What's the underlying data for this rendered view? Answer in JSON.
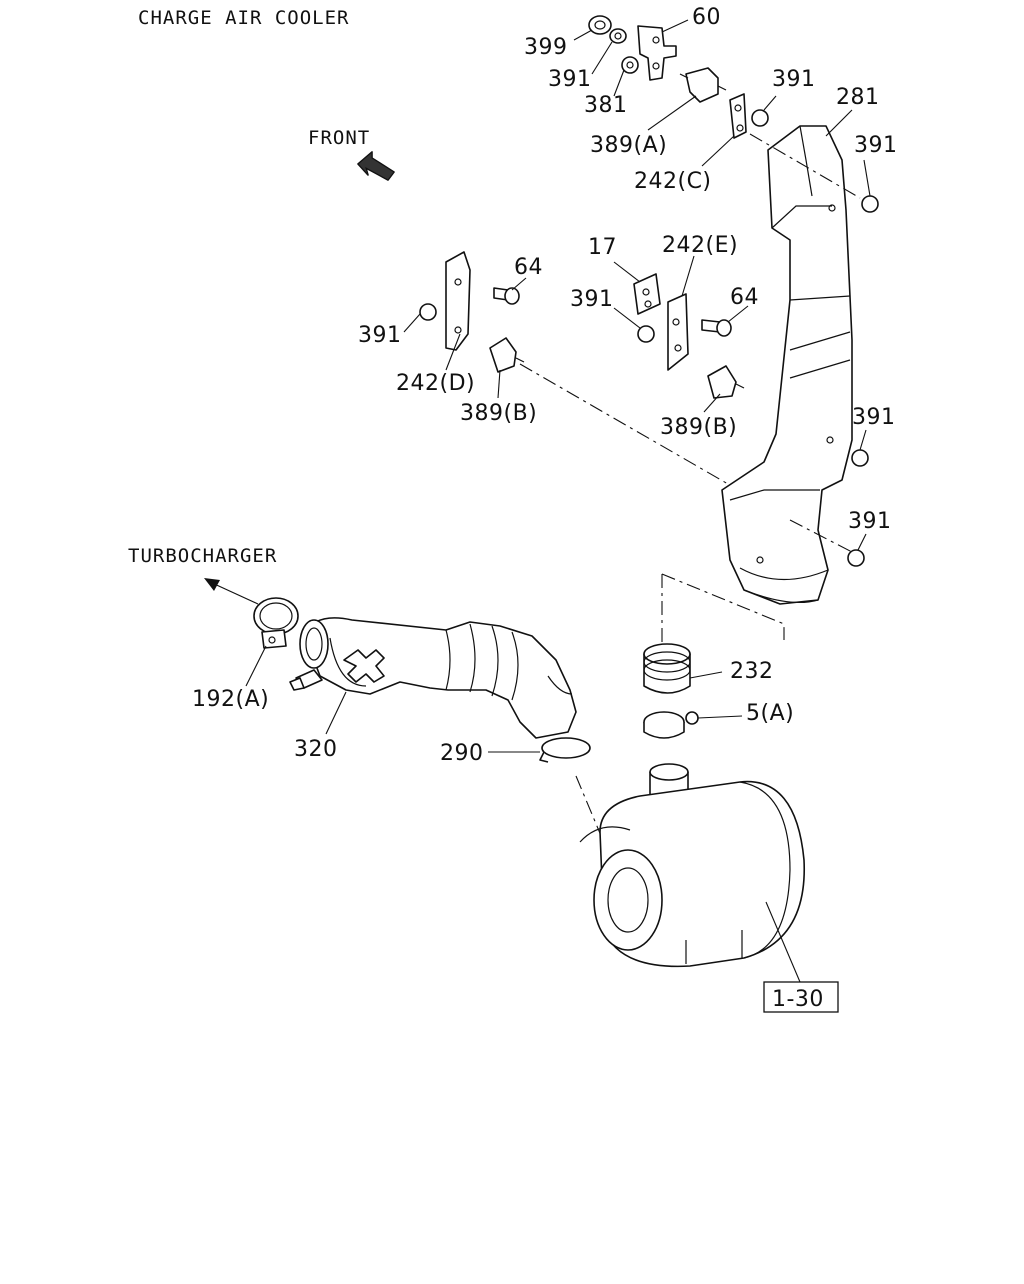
{
  "title": "CHARGE AIR COOLER",
  "direction_labels": {
    "front": "FRONT",
    "turbocharger": "TURBOCHARGER"
  },
  "callouts": {
    "c399": "399",
    "c60": "60",
    "c391_a": "391",
    "c381": "381",
    "c389a": "389(A)",
    "c391_b": "391",
    "c281": "281",
    "c242c": "242(C)",
    "c391_c": "391",
    "c17": "17",
    "c242e": "242(E)",
    "c64_a": "64",
    "c391_d": "391",
    "c64_b": "64",
    "c391_e": "391",
    "c242d": "242(D)",
    "c389b_left": "389(B)",
    "c389b_right": "389(B)",
    "c391_f": "391",
    "c391_g": "391",
    "c232": "232",
    "c5a": "5(A)",
    "c192a": "192(A)",
    "c320": "320",
    "c290": "290",
    "ref_box": "1-30"
  }
}
